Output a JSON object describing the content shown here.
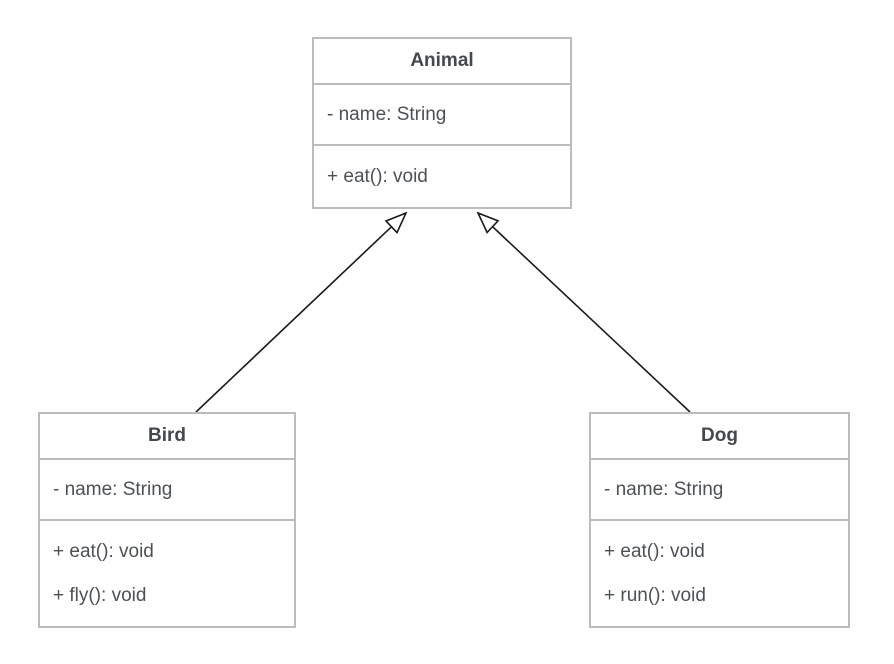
{
  "diagram": {
    "kind": "uml-class-diagram"
  },
  "classes": [
    {
      "id": "animal",
      "name": "Animal",
      "attributes": [
        "- name: String"
      ],
      "methods": [
        "+ eat(): void"
      ]
    },
    {
      "id": "bird",
      "name": "Bird",
      "attributes": [
        "- name: String"
      ],
      "methods": [
        "+ eat(): void",
        "+ fly(): void"
      ]
    },
    {
      "id": "dog",
      "name": "Dog",
      "attributes": [
        "- name: String"
      ],
      "methods": [
        "+ eat(): void",
        "+ run(): void"
      ]
    }
  ],
  "relationships": [
    {
      "type": "inheritance",
      "from": "Bird",
      "to": "Animal"
    },
    {
      "type": "inheritance",
      "from": "Dog",
      "to": "Animal"
    }
  ],
  "colors": {
    "box_border": "#b9bdbf",
    "text": "#4c5156",
    "arrow": "#1a1a1a",
    "background": "#ffffff"
  }
}
